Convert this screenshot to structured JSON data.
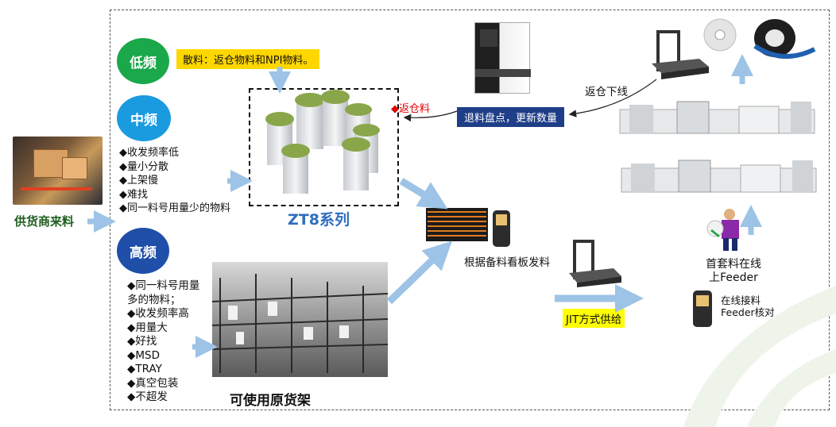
{
  "supplier": {
    "label": "供货商来料"
  },
  "frequency": {
    "low": {
      "label": "低频",
      "color": "#1aa84a",
      "note": "散料：返仓物料和NPI物料。"
    },
    "mid": {
      "label": "中频",
      "color": "#1a9be0",
      "items": [
        "◆收发频率低",
        "◆量小分散",
        "◆上架慢",
        "◆难找",
        "◆同一料号用量少的物料"
      ]
    },
    "high": {
      "label": "高频",
      "color": "#1f4fa8",
      "items": [
        "◆同一料号用量",
        "多的物料；",
        "◆收发频率高",
        "◆用量大",
        "◆好找",
        "◆MSD",
        "◆TRAY",
        "◆真空包装",
        "◆不超发"
      ]
    }
  },
  "zt8": {
    "title": "ZT8系列",
    "return_label": "返仓料"
  },
  "shelf": {
    "caption": "可使用原货架"
  },
  "board": {
    "caption": "根据备料看板发料"
  },
  "return": {
    "count_label": "退料盘点，更新数量",
    "offline_label": "返仓下线"
  },
  "jit": {
    "label": "JIT方式供给"
  },
  "first": {
    "line1": "首套料在线",
    "line2": "上Feeder"
  },
  "online": {
    "line1": "在线接料",
    "line2": "Feeder核对"
  },
  "colors": {
    "arrow": "#9dc3e6",
    "accent_blue": "#2e6fbf",
    "warning_red": "#e00000"
  }
}
